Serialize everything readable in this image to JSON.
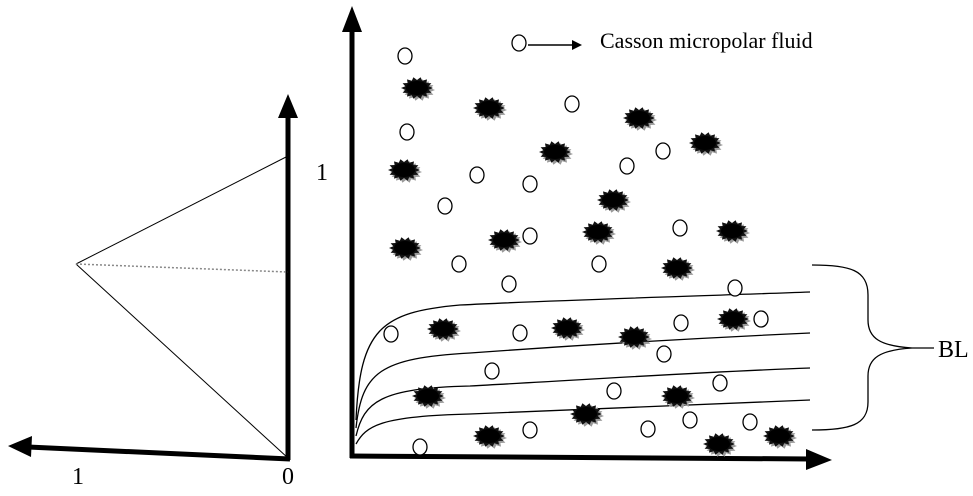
{
  "left_panel": {
    "y_tick_label": "1",
    "x_tick_label": "1",
    "origin_label": "0"
  },
  "right_panel": {
    "legend_text": "Casson micropolar fluid",
    "boundary_layer_label": "BL"
  },
  "colors": {
    "ink": "#000000",
    "dashed_line": "#888888",
    "background": "#ffffff"
  }
}
